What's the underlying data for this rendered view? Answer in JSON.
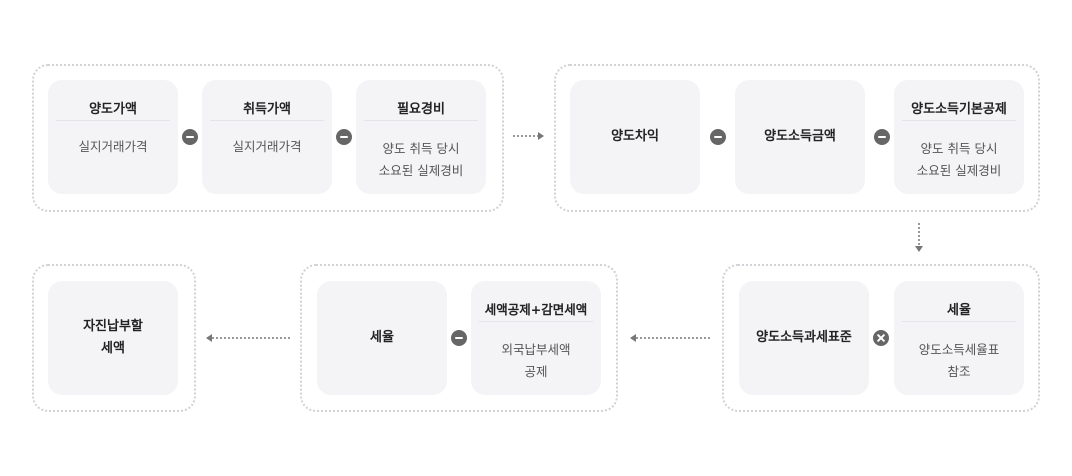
{
  "row1_left": {
    "yangdo_price": {
      "title": "양도가액",
      "sub": [
        "실지거래가격"
      ]
    },
    "acquisition_price": {
      "title": "취득가액",
      "sub": [
        "실지거래가격"
      ]
    },
    "necessary_expenses": {
      "title": "필요경비",
      "sub": [
        "양도 취득 당시",
        "소요된 실제경비"
      ]
    }
  },
  "row1_right": {
    "transfer_gain": {
      "title": "양도차익"
    },
    "transfer_income": {
      "title": "양도소득금액"
    },
    "basic_deduction": {
      "title": "양도소득기본공제",
      "sub": [
        "양도 취득 당시",
        "소요된 실제경비"
      ]
    }
  },
  "row2_right": {
    "tax_base": {
      "title": "양도소득과세표준"
    },
    "tax_rate": {
      "title": "세율",
      "sub": [
        "양도소득세율표",
        "참조"
      ]
    }
  },
  "row2_middle": {
    "tax_rate2": {
      "title": "세율"
    },
    "tax_credit": {
      "title": "세액공제+감면세액",
      "sub": [
        "외국납부세액",
        "공제"
      ]
    }
  },
  "row2_left": {
    "self_payment": {
      "title": [
        "자진납부할",
        "세액"
      ]
    }
  },
  "operators": [
    "minus",
    "minus",
    "minus",
    "minus",
    "times",
    "minus"
  ],
  "icons": [
    "minus-circle-icon",
    "times-circle-icon",
    "dotted-arrow-icon"
  ]
}
